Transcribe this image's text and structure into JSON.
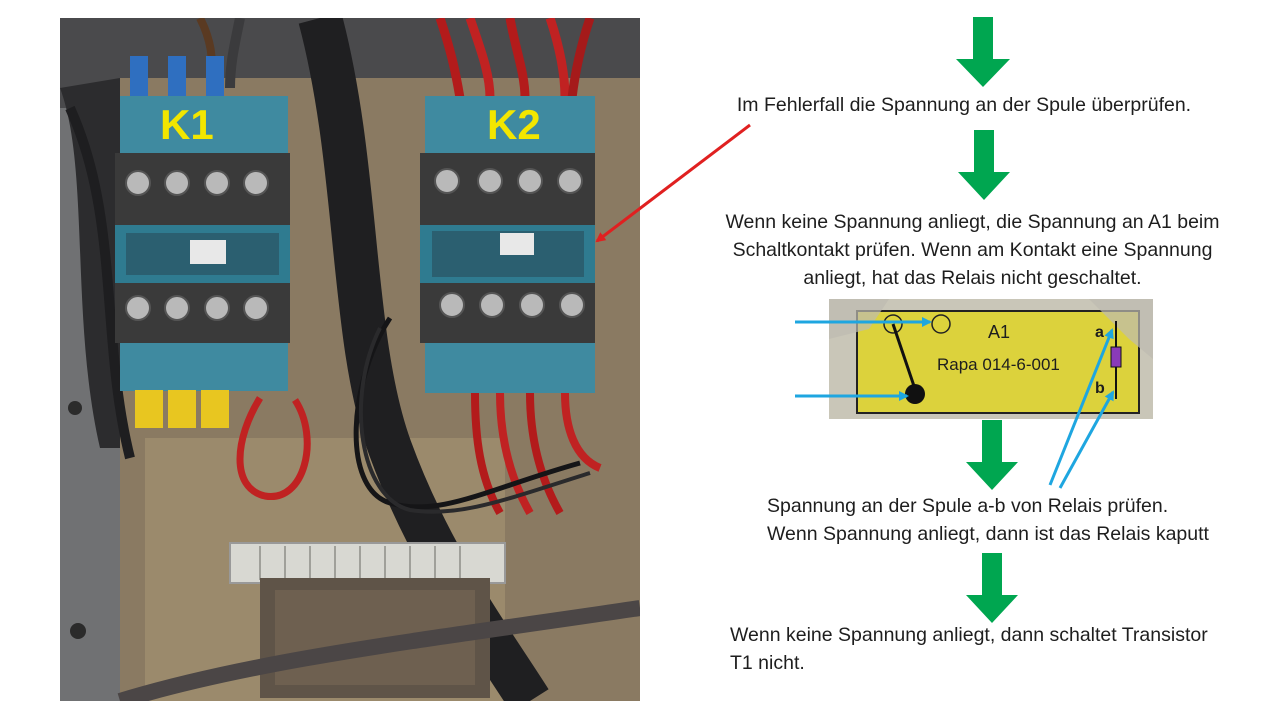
{
  "photo": {
    "contactor_k1_label": "K1",
    "contactor_k2_label": "K2",
    "label_color": "#f2e600"
  },
  "steps": {
    "step1": "Im Fehlerfall die Spannung an der Spule überprüfen.",
    "step2_line1": "Wenn keine Spannung anliegt, die Spannung an A1 beim",
    "step2_line2": "Schaltkontakt prüfen. Wenn am Kontakt eine Spannung",
    "step2_line3": "anliegt,  hat das Relais nicht geschaltet.",
    "step3_line1": "Spannung an der Spule a-b von Relais prüfen.",
    "step3_line2": "Wenn Spannung anliegt, dann ist das Relais kaputt",
    "step4_line1": "Wenn keine Spannung anliegt, dann schaltet Transistor",
    "step4_line2": "T1 nicht."
  },
  "relay": {
    "name": "A1",
    "part_number": "Rapa 014-6-001",
    "pin_a": "a",
    "pin_b": "b"
  },
  "colors": {
    "flow_arrow": "#00a650",
    "pointer_red": "#e02020",
    "pointer_blue": "#1ea6e0",
    "relay_bg": "#dcd23c"
  }
}
